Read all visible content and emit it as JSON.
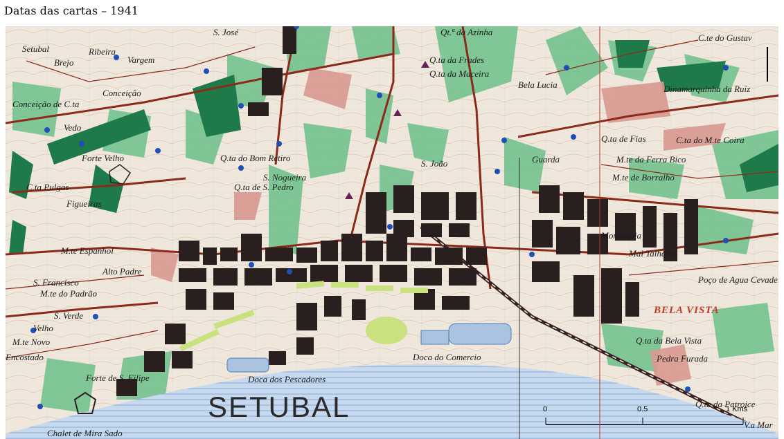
{
  "caption": "Datas das cartas – 1941",
  "colors": {
    "paper": "#efe7dc",
    "forest": "#6cc08a",
    "dense_forest": "#1f7a4a",
    "built": "#2a1f1f",
    "road": "#8b2a1a",
    "urban": "#d89890",
    "water": "#c6d9ee",
    "park": "#c9e17f"
  },
  "map": {
    "labels": [
      "Setubal",
      "Ribeira",
      "S. José",
      "Qt.ª da Azinha",
      "Q.ta da Frades",
      "Q.ta da Maceira",
      "C.te do Gustav",
      "Bela Lucia",
      "Brejo",
      "Vargem",
      "Conceição",
      "Conceição de C.ta",
      "Vedo",
      "Forte Velho",
      "C.ta Pulgas",
      "Figueiras",
      "Q.ta do Bom Retiro",
      "S. Nogueira",
      "Q.ta de S. Pedro",
      "S. João",
      "C.ta do M.te Coira",
      "M.te da Ferra Bico",
      "Guarda",
      "M.te de Borralho",
      "Q.ta de Fias",
      "Monarquia",
      "M.te Espanhol",
      "S. Francisco",
      "Alto Padre",
      "M.te do Padrão",
      "S. Verde",
      "Velho",
      "M.te Novo",
      "Encostado",
      "Forte de S. Filipe",
      "Chalet de Mira Sado",
      "Doca dos Pescadores",
      "Doca do Comercio",
      "Poço de Agua Cevadeira",
      "Q.ta da Bela Vista",
      "Pedra Furada",
      "Q.ta da Patroice",
      "V.a Mar",
      "Mal Talhado",
      "Dinamarquinha da Ruiz"
    ],
    "city_name": "SETUBAL",
    "district_label": "BELA VISTA",
    "scale": {
      "ticks": [
        "0",
        "0.5",
        "1 Kms"
      ]
    }
  }
}
